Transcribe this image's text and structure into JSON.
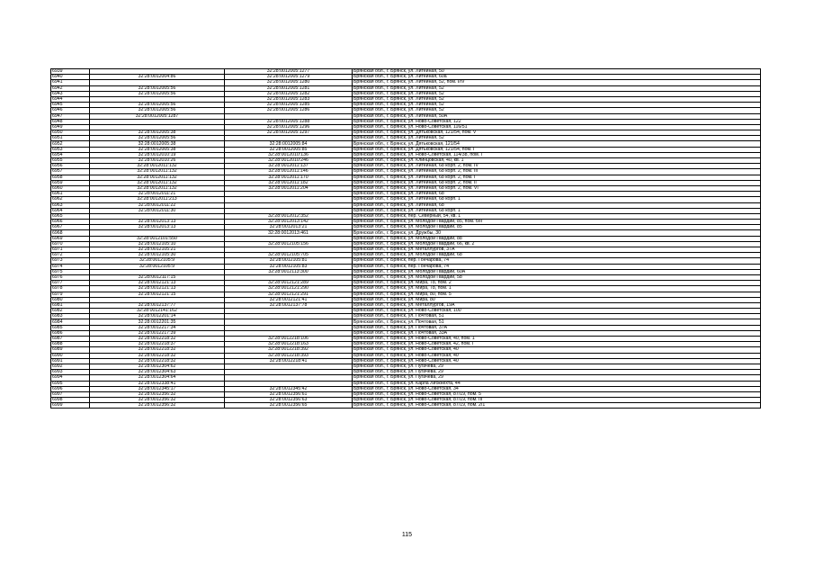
{
  "page_number": "115",
  "rows": [
    [
      "6939",
      "",
      "32:28:0012005:1277",
      "Брянская обл., г. Брянск, ул. Литейная, 50"
    ],
    [
      "6940",
      "32:28:0012004:86",
      "32:28:0012005:1279",
      "Брянская обл., г. Брянск, ул. Литейная, 60а"
    ],
    [
      "6941",
      "",
      "32:28:0012005:1280",
      "Брянская обл., г. Брянск, ул. Литейная, 52, пом. I/IV"
    ],
    [
      "6942",
      "32:28:0012005:56",
      "32:28:0012005:1281",
      "Брянская обл., г. Брянск, ул. Литейная, 52"
    ],
    [
      "6943",
      "32:28:0012005:56",
      "32:28:0012005:1282",
      "Брянская обл., г. Брянск, ул. Литейная, 52"
    ],
    [
      "6944",
      "",
      "32:28:0012005:1283",
      "Брянская обл., г. Брянск, ул. Литейная, 52"
    ],
    [
      "6945",
      "32:28:0012005:56",
      "32:28:0012005:1285",
      "Брянская обл., г. Брянск, ул. Литейная, 52"
    ],
    [
      "6946",
      "32:28:0012005:56",
      "32:28:0012005:1286",
      "Брянская обл., г. Брянск, ул. Литейная, 52"
    ],
    [
      "6947",
      "32:28:0012005:1287",
      "",
      "Брянская обл., г. Брянск, ул. Литейная, 50А"
    ],
    [
      "6948",
      "",
      "32:28:0012005:1288",
      "Брянская обл., г. Брянск, ул. Ново-Советская, 122"
    ],
    [
      "6949",
      "",
      "32:28:0012005:1296",
      "Брянская обл., г. Брянск, ул. Ново-Советская, 116/51"
    ],
    [
      "6950",
      "32:28:0012005:38",
      "32:28:0012005:1297",
      "Брянская обл., г. Брянск, ул. Дятьковская, 121/54, пом. V"
    ],
    [
      "6951",
      "32:28:0012005:56",
      "",
      "Брянская обл., г. Брянск, ул. Литейная, 52"
    ],
    [
      "6952",
      "32:28:0012005:38",
      "32:28:0012005:84",
      "Брянская обл., г. Брянск, ул. Дятьковская, 121/54"
    ],
    [
      "6953",
      "32:28:0012005:38",
      "32:28:0012005:85",
      "Брянская обл., г. Брянск, ул. Дятьковская, 121/54, пом. I"
    ],
    [
      "6954",
      "32:28:0012010:19",
      "32:28:0012010:136",
      "Брянская обл., г. Брянск, ул. Ново-Советская, 114/38, пом. I"
    ],
    [
      "6955",
      "32:28:0012010:26",
      "32:28:0012010:246",
      "Брянская обл., г. Брянск, ул. Клинцовская, 40, кв. 1"
    ],
    [
      "6956",
      "32:28:0012011:132",
      "32:28:0012011:137",
      "Брянская обл., г. Брянск, ул. Литейная, 68 корп. 2, пом. IV"
    ],
    [
      "6957",
      "32:28:0012011:132",
      "32:28:0012011:146",
      "Брянская обл., г. Брянск, ул. Литейная, 68 корп. 2, пом. III"
    ],
    [
      "6958",
      "32:28:0012011:132",
      "32:28:0012011:170",
      "Брянская обл., г. Брянск, ул. Литейная, 68 корп. 2, пом. I"
    ],
    [
      "6959",
      "32:28:0012011:132",
      "32:28:0012011:182",
      "Брянская обл., г. Брянск, ул. Литейная, 68 корп. 2, пом. II"
    ],
    [
      "6960",
      "32:28:0012011:132",
      "32:28:0012011:204",
      "Брянская обл., г. Брянск, ул. Литейная, 68 корп. 2, пом. VI"
    ],
    [
      "6961",
      "32:28:0012011:21",
      "",
      "Брянская обл., г. Брянск, ул. Литейная, 68"
    ],
    [
      "6962",
      "32:28:0012011:213",
      "",
      "Брянская обл., г. Брянск, ул. Литейная, 68 корп. 1"
    ],
    [
      "6963",
      "32:28:0012011:22",
      "",
      "Брянская обл., г. Брянск, ул. Литейная, 68"
    ],
    [
      "6964",
      "32:28:0012011:30",
      "",
      "Брянская обл., г. Брянск, ул. Литейная, 68 корп. 1"
    ],
    [
      "6965",
      "",
      "32:28:0012012:352",
      "Брянская обл., г. Брянск, пер. Северный, 54, кв. 1"
    ],
    [
      "6966",
      "32:28:0012013:13",
      "32:28:0012013:142",
      "Брянская обл., г. Брянск, ул. Молодой Гвардии, 85, пом. б/н"
    ],
    [
      "6967",
      "32:28:0012013:13",
      "32:28:0012013:21",
      "Брянская обл., г. Брянск, ул. Молодой Гвардии, 85"
    ],
    [
      "6968",
      "",
      "32:28:0012013:461",
      "Брянская обл., г. Брянск, ул. Дружбы, 30"
    ],
    [
      "6969",
      "32:28:0012101:550",
      "",
      "Брянская обл., г. Брянск, ул. Молодой Гвардии, 88"
    ],
    [
      "6970",
      "32:28:0012105:10",
      "32:28:0012105:156",
      "Брянская обл., г. Брянск, ул. Молодой Гвардии, 66, кв. 2"
    ],
    [
      "6971",
      "32:28:0012105:21",
      "",
      "Брянская обл., г. Брянск, ул. Металлургов, 37А"
    ],
    [
      "6972",
      "32:28:0012105:30",
      "32:28:0012105:705",
      "Брянская обл., г. Брянск, ул. Молодой Гвардии, 68"
    ],
    [
      "6973",
      "32:28:0012105:9",
      "32:28:0012105:81",
      "Брянская обл., г. Брянск, пер. Гончарова, 74"
    ],
    [
      "6974",
      "32:28:0012105:9",
      "32:28:0012105:83",
      "Брянская обл., г. Брянск, пер. Гончарова, 74"
    ],
    [
      "6975",
      "",
      "32:28:0012113:300",
      "Брянская обл., г. Брянск, ул. Молодой Гвардии, 60А"
    ],
    [
      "6976",
      "32:28:0012117:15",
      "",
      "Брянская обл., г. Брянск, ул. Молодой Гвардии, 58"
    ],
    [
      "6977",
      "32:28:0012121:13",
      "32:28:0012121:289",
      "Брянская обл., г. Брянск, ул. Мира, 78, пом. 2"
    ],
    [
      "6978",
      "32:28:0012121:13",
      "32:28:0012121:290",
      "Брянская обл., г. Брянск, ул. Мира, 78, пом. 1"
    ],
    [
      "6979",
      "32:28:0012121:15",
      "32:28:0012121:291",
      "Брянская обл., г. Брянск, ул. Мира, 80, пом. 5"
    ],
    [
      "6980",
      "",
      "32:28:0012121:41",
      "Брянская обл., г. Брянск, ул. Мира, 80"
    ],
    [
      "6981",
      "32:28:0012137:77",
      "32:28:0012137:78",
      "Брянская обл., г. Брянск, ул. Металлургов, 19А"
    ],
    [
      "6982",
      "32:28:0012141:162",
      "",
      "Брянская обл., г. Брянск, ул. Ново-Советская, 100"
    ],
    [
      "6983",
      "32:28:0012201:14",
      "",
      "Брянская обл., г. Брянск, ул. Почтовая, 51"
    ],
    [
      "6984",
      "32:28:0012201:35",
      "",
      "Брянская обл., г. Брянск, ул. Почтовая, 51"
    ],
    [
      "6985",
      "32:28:0012217:34",
      "",
      "Брянская обл., г. Брянск, ул. Почтовая, 37А"
    ],
    [
      "6986",
      "32:28:0012217:39",
      "",
      "Брянская обл., г. Брянск, ул. Почтовая, 33А"
    ],
    [
      "6987",
      "32:28:0012218:32",
      "32:28:0012218:106",
      "Брянская обл., г. Брянск, ул. Ново-Советская, 40, пом. 1"
    ],
    [
      "6988",
      "32:28:0012218:37",
      "32:28:0012218:163",
      "Брянская обл., г. Брянск, ул. Ново-Советская, 42, пом. I"
    ],
    [
      "6989",
      "32:28:0012218:32",
      "32:28:0012218:392",
      "Брянская обл., г. Брянск, ул. Ново-Советская, 40"
    ],
    [
      "6990",
      "32:28:0012218:32",
      "32:28:0012218:393",
      "Брянская обл., г. Брянск, ул. Ново-Советская, 40"
    ],
    [
      "6991",
      "32:28:0012218:32",
      "32:28:0012218:41",
      "Брянская обл., г. Брянск, ул. Ново-Советская, 40"
    ],
    [
      "6992",
      "32:28:0012304:62",
      "",
      "Брянская обл., г. Брянск, ул. Пугачева, 29"
    ],
    [
      "6993",
      "32:28:0012304:63",
      "",
      "Брянская обл., г. Брянск, ул. Пугачева, 29"
    ],
    [
      "6994",
      "32:28:0012304:64",
      "",
      "Брянская обл., г. Брянск, ул. Пугачева, 29"
    ],
    [
      "6995",
      "32:28:0012338:41",
      "",
      "Брянская обл., г. Брянск, ул. Карла Либкнехта, 44"
    ],
    [
      "6996",
      "32:28:0012345:17",
      "32:28:0012345:42",
      "Брянская обл., г. Брянск, ул. Ново-Советская, 34"
    ],
    [
      "6997",
      "32:28:0012356:32",
      "32:28:0012356:61",
      "Брянская обл., г. Брянск, ул. Ново-Советская, 87/19, пом. 5"
    ],
    [
      "6998",
      "32:28:0012356:32",
      "32:28:0012356:63",
      "Брянская обл., г. Брянск, ул. Ново-Советская, 87/19, пом. III"
    ],
    [
      "6999",
      "32:28:0012356:32",
      "32:28:0012356:65",
      "Брянская обл., г. Брянск, ул. Ново-Советская, 87/19, пом. 2/1"
    ]
  ]
}
